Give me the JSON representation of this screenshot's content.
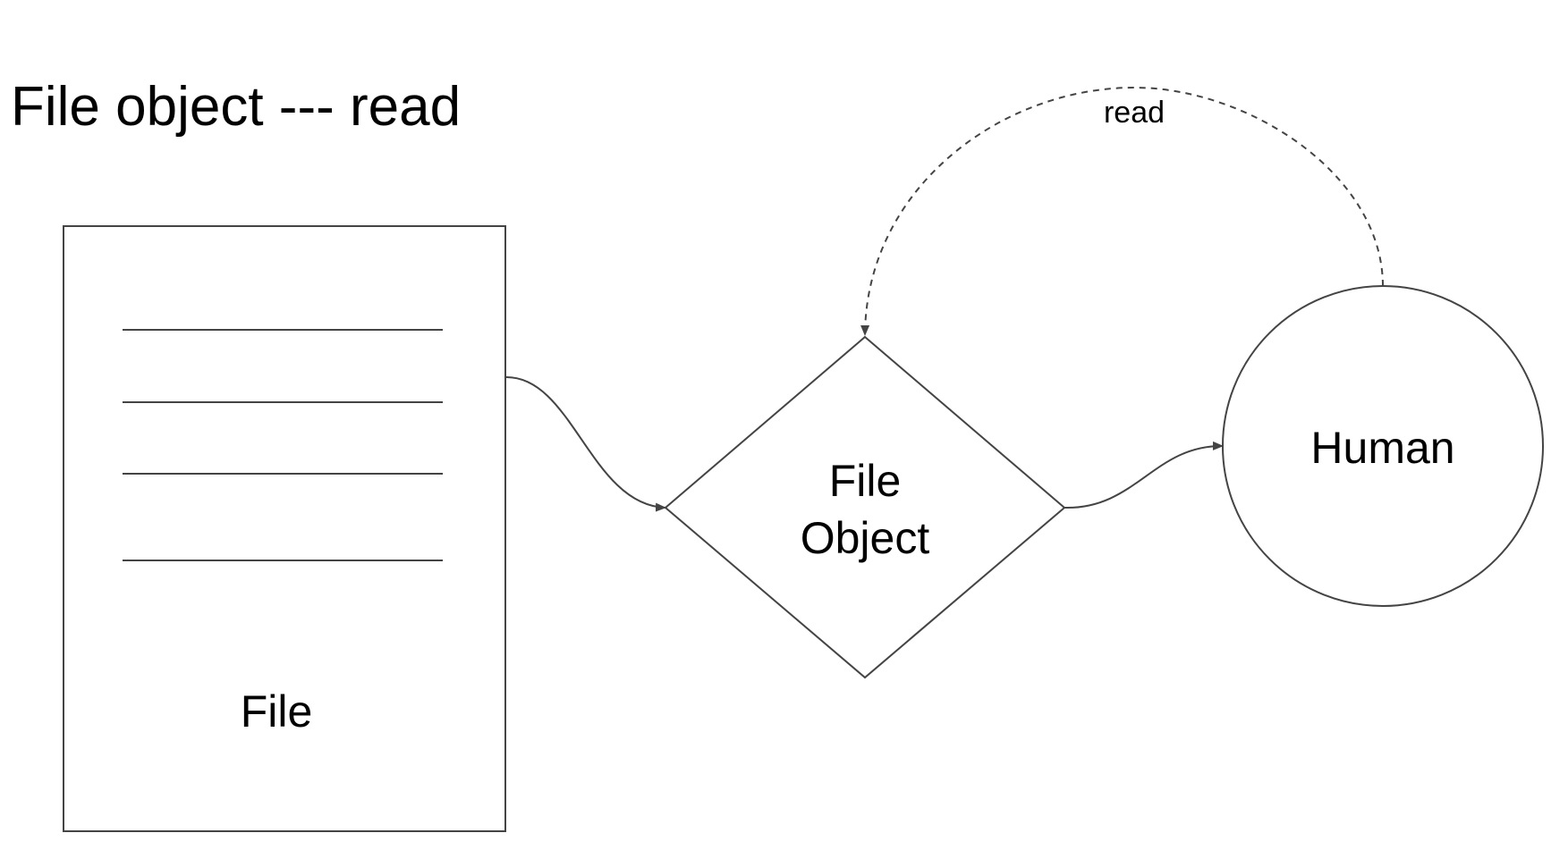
{
  "title": "File object --- read",
  "nodes": {
    "file": {
      "label": "File"
    },
    "file_object": {
      "label_line1": "File",
      "label_line2": "Object"
    },
    "human": {
      "label": "Human"
    }
  },
  "edges": {
    "read": {
      "label": "read"
    }
  },
  "colors": {
    "stroke": "#444444",
    "text": "#000000",
    "background": "#ffffff"
  }
}
